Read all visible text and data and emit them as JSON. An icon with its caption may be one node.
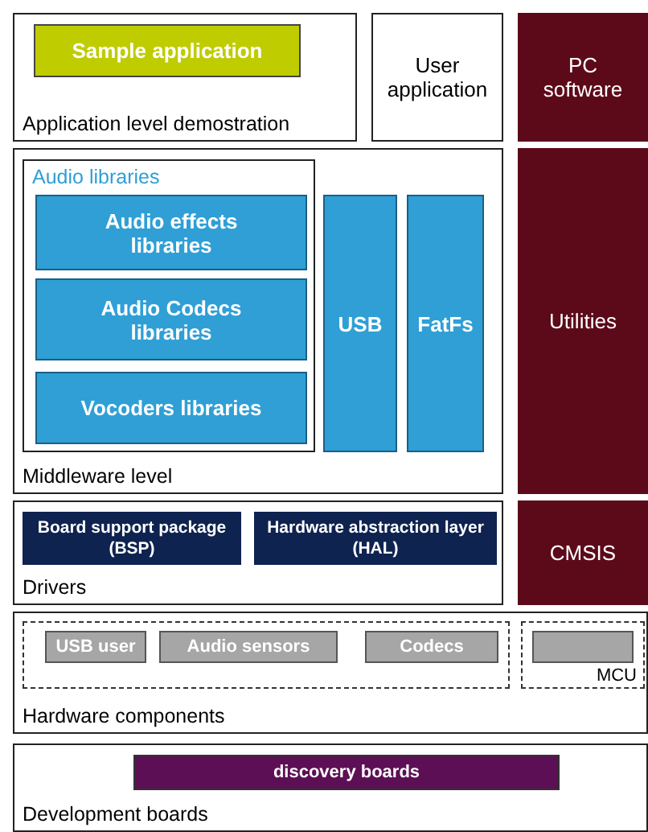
{
  "diagram": {
    "nodes": [
      {
        "text": [
          "Application level demostration"
        ]
      },
      {
        "text": [
          "Sample application"
        ],
        "in": 0
      },
      {
        "text": [
          "User application"
        ]
      },
      {
        "text": [
          "PC software"
        ]
      },
      {
        "text": [
          "Middleware level"
        ]
      },
      {
        "text": [
          "Audio libraries"
        ],
        "in": 4
      },
      {
        "text": [
          "Audio effects libraries"
        ],
        "in": 5
      },
      {
        "text": [
          "Audio Codecs libraries"
        ],
        "in": 5
      },
      {
        "text": [
          "Vocoders libraries"
        ],
        "in": 5
      },
      {
        "text": [
          "USB"
        ],
        "in": 4
      },
      {
        "text": [
          "FatFs"
        ],
        "in": 4
      },
      {
        "text": [
          "Utilities"
        ]
      },
      {
        "text": [
          "Drivers"
        ]
      },
      {
        "text": [
          "Board support package (BSP)"
        ],
        "in": 12
      },
      {
        "text": [
          "Hardware abstraction layer (HAL)"
        ],
        "in": 12
      },
      {
        "text": [
          "CMSIS"
        ]
      },
      {
        "text": [
          "Hardware components"
        ]
      },
      {
        "text": [],
        "shape": "box",
        "in": 16
      },
      {
        "text": [
          "USB user"
        ],
        "in": 17
      },
      {
        "text": [
          "Audio sensors"
        ],
        "in": 17
      },
      {
        "text": [
          "Codecs"
        ],
        "in": 17
      },
      {
        "text": [
          "MCU"
        ],
        "in": 16
      },
      {
        "text": [],
        "shape": "box",
        "in": 21
      },
      {
        "text": [
          "Development boards"
        ]
      },
      {
        "text": [
          "discovery boards"
        ],
        "in": 23
      }
    ]
  }
}
